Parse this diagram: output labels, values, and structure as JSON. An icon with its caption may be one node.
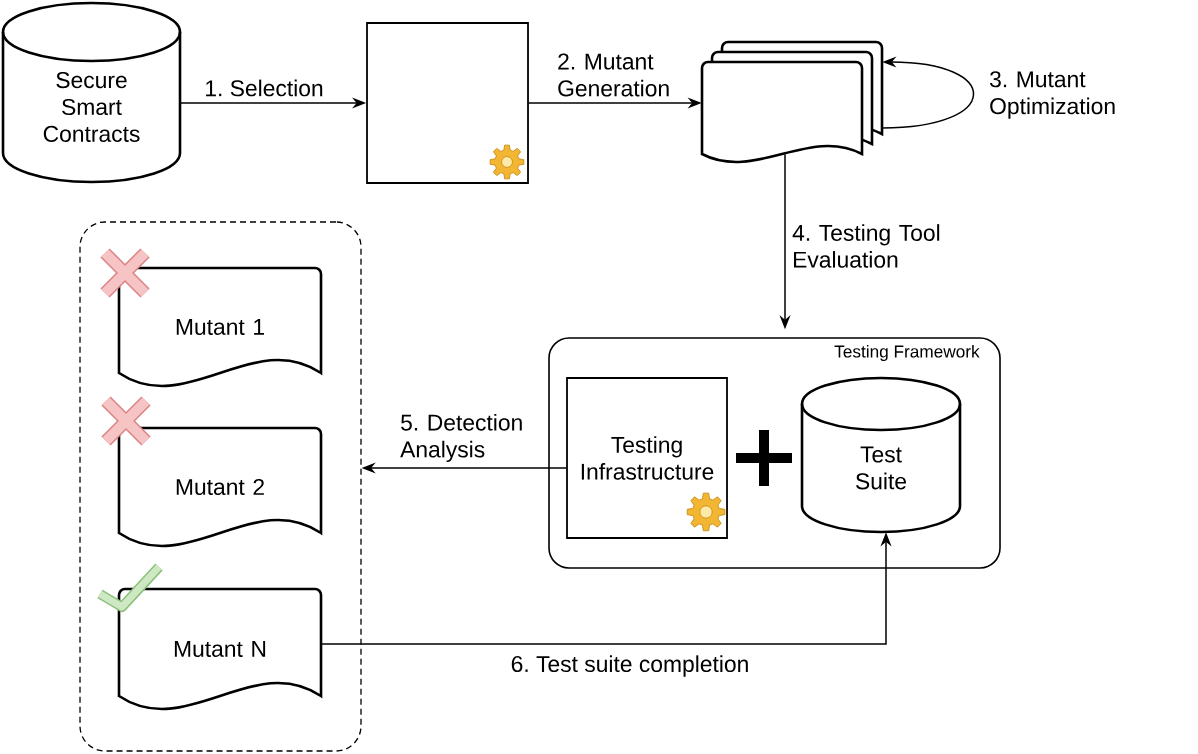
{
  "diagram": {
    "nodes": [
      {
        "text": [
          "Secure Smart Contracts"
        ]
      },
      {
        "text": [],
        "shape": "box"
      },
      {
        "text": [],
        "shape": "document"
      },
      {
        "text": [
          "Testing Framework"
        ]
      },
      {
        "text": [
          "Testing Infrastructure"
        ],
        "in": 3
      },
      {
        "text": [
          "Test Suite"
        ],
        "in": 3
      },
      {
        "text": [],
        "shape": "box"
      },
      {
        "text": [
          "Mutant 1"
        ],
        "in": 6
      },
      {
        "text": [
          "Mutant 2"
        ],
        "in": 6
      },
      {
        "text": [
          "Mutant N"
        ],
        "in": 6
      }
    ],
    "edges": [
      {
        "from": 0,
        "to": 1,
        "arrow": "to",
        "label": "1. Selection"
      },
      {
        "from": 1,
        "to": 2,
        "arrow": "to",
        "label": "2. Mutant Generation"
      },
      {
        "from": 2,
        "to": 2,
        "arrow": "to",
        "label": "3. Mutant Optimization"
      },
      {
        "from": 2,
        "to": 3,
        "arrow": "to",
        "label": "4. Testing Tool Evaluation"
      },
      {
        "from": 4,
        "to": 6,
        "arrow": "to",
        "label": "5. Detection Analysis"
      },
      {
        "from": 9,
        "to": 5,
        "arrow": "to",
        "label": "6. Test suite completion"
      }
    ]
  }
}
